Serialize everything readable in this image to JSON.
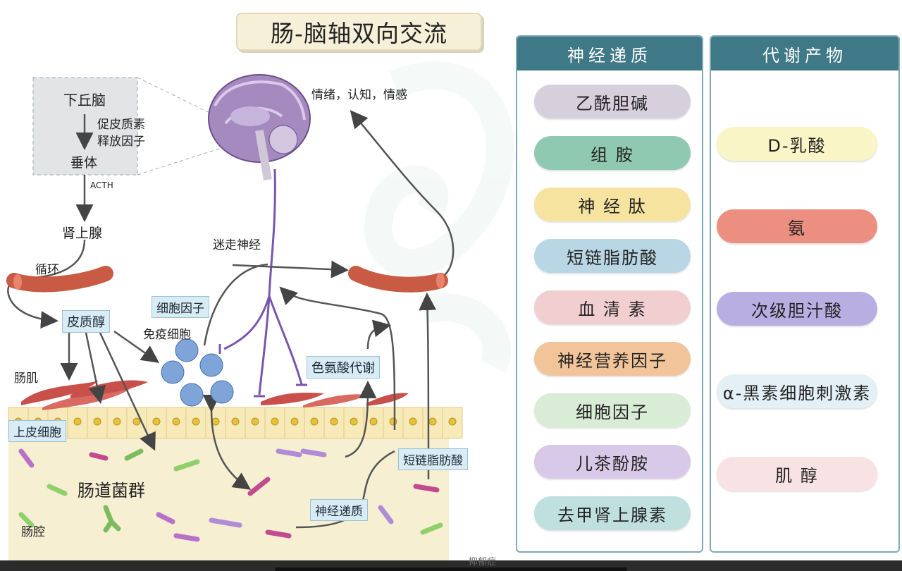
{
  "title": "肠-脑轴双向交流",
  "labels": {
    "hypothalamus": "下丘脑",
    "crf_line1": "促皮质素",
    "crf_line2": "释放因子",
    "pituitary": "垂体",
    "acth": "ACTH",
    "adrenal": "肾上腺",
    "circulation": "循环",
    "cortisol": "皮质醇",
    "cytokine": "细胞因子",
    "immune_cell": "免疫细胞",
    "vagus": "迷走神经",
    "emotion": "情绪，认知，情感",
    "tryptophan": "色氨酸代谢",
    "muscle": "肠肌",
    "epithelium": "上皮细胞",
    "microbiota": "肠道菌群",
    "lumen": "肠腔",
    "scfa": "短链脂肪酸",
    "neurotransmitter": "神经递质"
  },
  "neuro_panel": {
    "title": "神经递质",
    "items": [
      {
        "label": "乙酰胆碱",
        "color": "#d6d0dc"
      },
      {
        "label": "组 胺",
        "color": "#8fc9b2"
      },
      {
        "label": "神 经 肽",
        "color": "#f7e3a0"
      },
      {
        "label": "短链脂肪酸",
        "color": "#b8d6e4"
      },
      {
        "label": "血 清 素",
        "color": "#f1cfd0"
      },
      {
        "label": "神经营养因子",
        "color": "#f2c49a"
      },
      {
        "label": "细胞因子",
        "color": "#d9ecd6"
      },
      {
        "label": "儿茶酚胺",
        "color": "#d8c9e8"
      },
      {
        "label": "去甲肾上腺素",
        "color": "#bfe0de"
      }
    ]
  },
  "metab_panel": {
    "title": "代谢产物",
    "items": [
      {
        "label": "D-乳酸",
        "color": "#f9f5c6"
      },
      {
        "label": "氨",
        "color": "#ec8f80"
      },
      {
        "label": "次级胆汁酸",
        "color": "#b9aee2"
      },
      {
        "label": "α-黑素细胞刺激素",
        "color": "#e3f0f5"
      },
      {
        "label": "肌 醇",
        "color": "#f8e2e3"
      }
    ]
  },
  "footer_text": "抑郁症"
}
